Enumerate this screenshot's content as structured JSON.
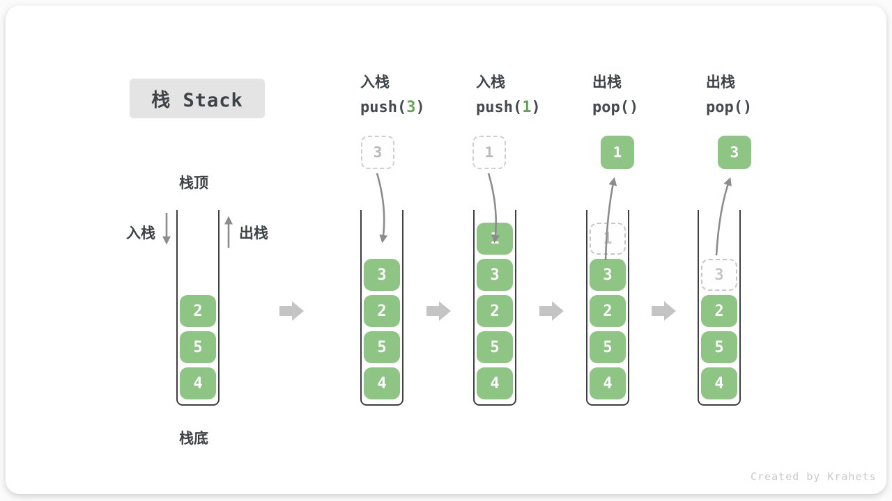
{
  "title": {
    "label": "栈 Stack"
  },
  "labels": {
    "stack_top": "栈顶",
    "stack_bottom": "栈底",
    "push_side": "入栈",
    "pop_side": "出栈"
  },
  "operations": [
    {
      "name": "入栈",
      "code_prefix": "push(",
      "code_arg": "3",
      "code_suffix": ")"
    },
    {
      "name": "入栈",
      "code_prefix": "push(",
      "code_arg": "1",
      "code_suffix": ")"
    },
    {
      "name": "出栈",
      "code_prefix": "pop(",
      "code_arg": "",
      "code_suffix": ")"
    },
    {
      "name": "出栈",
      "code_prefix": "pop(",
      "code_arg": "",
      "code_suffix": ")"
    }
  ],
  "stacks": [
    {
      "name": "initial",
      "cells": [
        {
          "value": "2"
        },
        {
          "value": "5"
        },
        {
          "value": "4"
        }
      ]
    },
    {
      "name": "after-push-3",
      "floating": {
        "value": "3"
      },
      "cells": [
        {
          "value": "3"
        },
        {
          "value": "2"
        },
        {
          "value": "5"
        },
        {
          "value": "4"
        }
      ]
    },
    {
      "name": "after-push-1",
      "floating": {
        "value": "1"
      },
      "cells": [
        {
          "value": "1"
        },
        {
          "value": "3"
        },
        {
          "value": "2"
        },
        {
          "value": "5"
        },
        {
          "value": "4"
        }
      ]
    },
    {
      "name": "after-pop-1",
      "floating": {
        "value": "1"
      },
      "cells": [
        {
          "value": "1"
        },
        {
          "value": "3"
        },
        {
          "value": "2"
        },
        {
          "value": "5"
        },
        {
          "value": "4"
        }
      ]
    },
    {
      "name": "after-pop-3",
      "floating": {
        "value": "3"
      },
      "cells": [
        {
          "value": "3"
        },
        {
          "value": "2"
        },
        {
          "value": "5"
        },
        {
          "value": "4"
        }
      ]
    }
  ],
  "colors": {
    "cell_green": "#8ec585",
    "code_arg_green": "#65a354",
    "arrow_gray": "#8c8c8c",
    "block_arrow_gray": "#c4c4c4",
    "ghost_gray": "#c6c6c6",
    "title_chip_bg": "#e4e4e4",
    "ink": "#3e4347"
  },
  "watermark": "Created by Krahets"
}
